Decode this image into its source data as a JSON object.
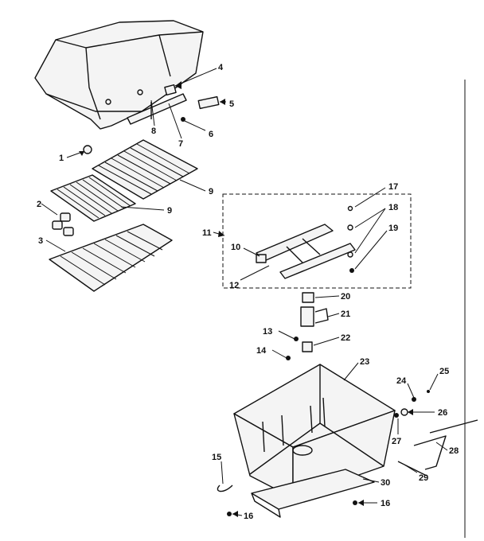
{
  "callouts": [
    {
      "id": "1",
      "text": "1"
    },
    {
      "id": "2",
      "text": "2"
    },
    {
      "id": "3",
      "text": "3"
    },
    {
      "id": "4",
      "text": "4"
    },
    {
      "id": "5",
      "text": "5"
    },
    {
      "id": "6",
      "text": "6"
    },
    {
      "id": "7",
      "text": "7"
    },
    {
      "id": "8",
      "text": "8"
    },
    {
      "id": "9a",
      "text": "9"
    },
    {
      "id": "9b",
      "text": "9"
    },
    {
      "id": "10",
      "text": "10"
    },
    {
      "id": "11",
      "text": "11"
    },
    {
      "id": "12",
      "text": "12"
    },
    {
      "id": "13",
      "text": "13"
    },
    {
      "id": "14",
      "text": "14"
    },
    {
      "id": "15",
      "text": "15"
    },
    {
      "id": "16a",
      "text": "16"
    },
    {
      "id": "16b",
      "text": "16"
    },
    {
      "id": "17",
      "text": "17"
    },
    {
      "id": "18",
      "text": "18"
    },
    {
      "id": "19",
      "text": "19"
    },
    {
      "id": "20",
      "text": "20"
    },
    {
      "id": "21",
      "text": "21"
    },
    {
      "id": "22",
      "text": "22"
    },
    {
      "id": "23",
      "text": "23"
    },
    {
      "id": "24",
      "text": "24"
    },
    {
      "id": "25",
      "text": "25"
    },
    {
      "id": "26",
      "text": "26"
    },
    {
      "id": "27",
      "text": "27"
    },
    {
      "id": "28",
      "text": "28"
    },
    {
      "id": "29",
      "text": "29"
    },
    {
      "id": "30",
      "text": "30"
    }
  ]
}
